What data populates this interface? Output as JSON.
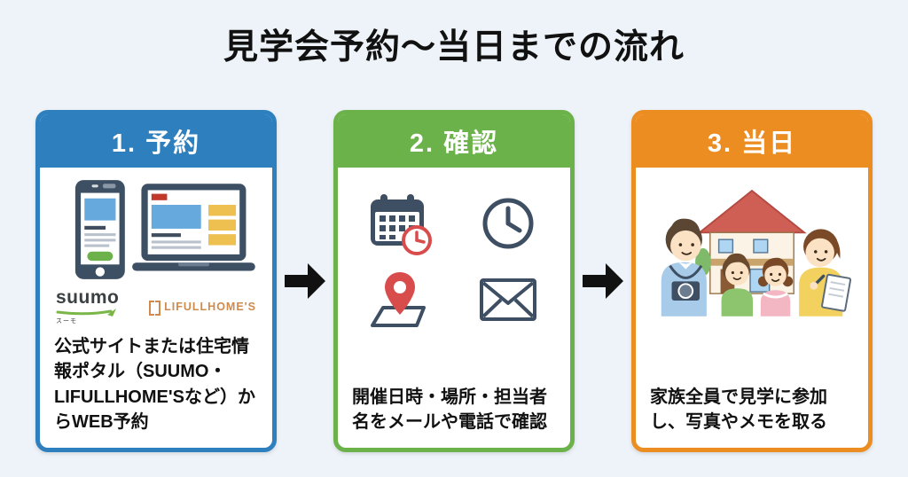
{
  "page": {
    "title": "見学会予約〜当日までの流れ",
    "background_color": "#edf3f8",
    "arrow_color": "#111111"
  },
  "steps": [
    {
      "number_label": "1. 予約",
      "accent_color": "#2e7fbe",
      "description": "公式サイトまたは住宅情報ポタル（SUUMO・LIFULLHOME'Sなど）からWEB予約",
      "illustration": "smartphone-and-laptop",
      "logos": {
        "suumo": {
          "label": "suumo",
          "sub_label": "スーモ",
          "text_color": "#3b4043",
          "swoosh_color": "#7ab648"
        },
        "lifull_homes": {
          "label": "LIFULLHOME'S",
          "text_color": "#cf8a4d"
        }
      }
    },
    {
      "number_label": "2. 確認",
      "accent_color": "#6cb24a",
      "description": "開催日時・場所・担当者名をメールや電話で確認",
      "icons": [
        "calendar-clock-icon",
        "clock-icon",
        "map-pin-icon",
        "envelope-icon"
      ]
    },
    {
      "number_label": "3. 当日",
      "accent_color": "#ec8d22",
      "description": "家族全員で見学に参加し、写真やメモを取る",
      "illustration": "family-with-house"
    }
  ]
}
